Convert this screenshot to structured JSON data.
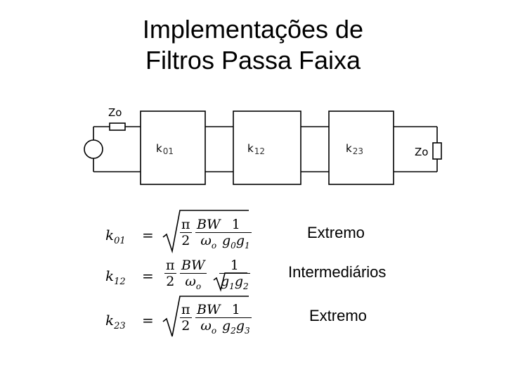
{
  "title": {
    "line1": "Implementações de",
    "line2": "Filtros Passa Faixa"
  },
  "circuit": {
    "source_impedance": "Zo",
    "load_impedance": "Zo",
    "blocks": [
      {
        "letter": "k",
        "sub": "01"
      },
      {
        "letter": "k",
        "sub": "12"
      },
      {
        "letter": "k",
        "sub": "23"
      }
    ]
  },
  "equations": [
    {
      "k": "k",
      "k_sub": "01",
      "eq": "=",
      "pi": "π",
      "two": "2",
      "bw": "BW",
      "w": "ω",
      "w_sub": "o",
      "one": "1",
      "g1": "g",
      "g1_sub": "0",
      "g2": "g",
      "g2_sub": "1",
      "caption": "Extremo"
    },
    {
      "k": "k",
      "k_sub": "12",
      "eq": "=",
      "pi": "π",
      "two": "2",
      "bw": "BW",
      "w": "ω",
      "w_sub": "o",
      "one": "1",
      "g1": "g",
      "g1_sub": "1",
      "g2": "g",
      "g2_sub": "2",
      "caption": "Intermediários"
    },
    {
      "k": "k",
      "k_sub": "23",
      "eq": "=",
      "pi": "π",
      "two": "2",
      "bw": "BW",
      "w": "ω",
      "w_sub": "o",
      "one": "1",
      "g1": "g",
      "g1_sub": "2",
      "g2": "g",
      "g2_sub": "3",
      "caption": "Extremo"
    }
  ]
}
